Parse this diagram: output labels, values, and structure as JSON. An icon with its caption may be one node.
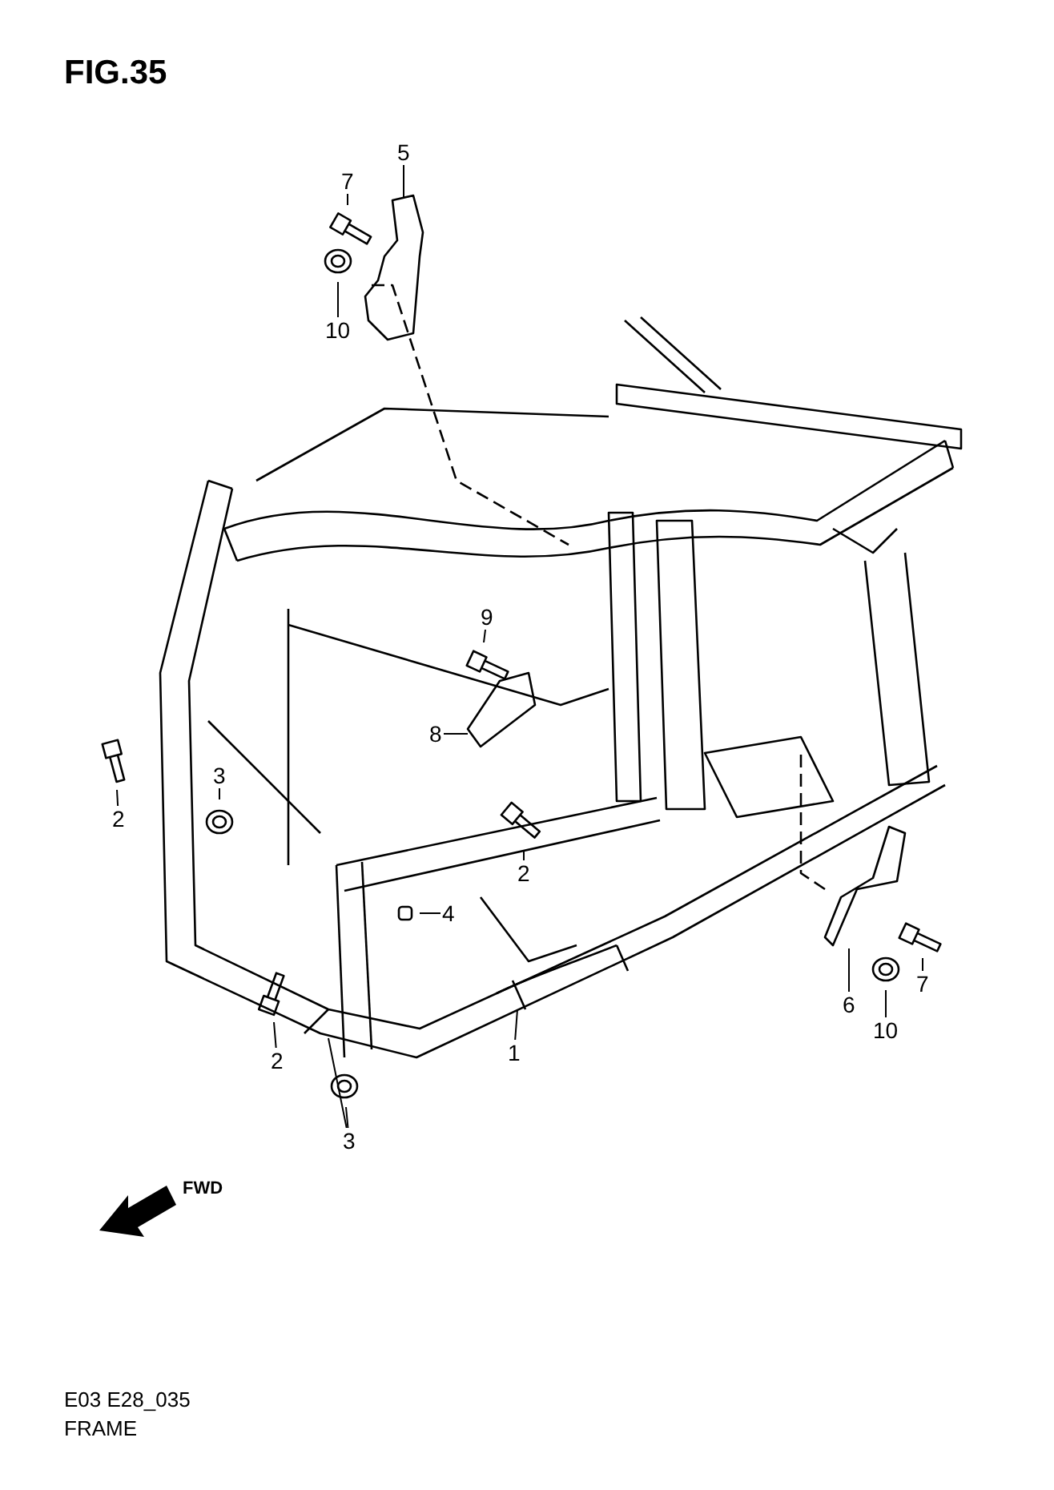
{
  "diagram": {
    "title": "FIG.35",
    "nodes": [
      {
        "text": [
          "5"
        ]
      },
      {
        "text": [
          "7"
        ]
      },
      {
        "text": [
          "10"
        ]
      },
      {
        "text": [
          "9"
        ]
      },
      {
        "text": [
          "8"
        ]
      },
      {
        "text": [
          "3"
        ]
      },
      {
        "text": [
          "2"
        ]
      },
      {
        "text": [
          "2"
        ]
      },
      {
        "text": [
          "4"
        ]
      },
      {
        "text": [
          "7"
        ]
      },
      {
        "text": [
          "6"
        ]
      },
      {
        "text": [
          "10"
        ]
      },
      {
        "text": [
          "1"
        ]
      },
      {
        "text": [
          "2"
        ]
      },
      {
        "text": [
          "3"
        ]
      }
    ],
    "edges": [
      {
        "from": 0,
        "to": null,
        "arrow": "none"
      },
      {
        "from": 1,
        "to": null,
        "arrow": "none"
      },
      {
        "from": 2,
        "to": null,
        "arrow": "none"
      },
      {
        "from": 3,
        "to": null,
        "arrow": "none"
      },
      {
        "from": 4,
        "to": null,
        "arrow": "none"
      },
      {
        "from": 5,
        "to": null,
        "arrow": "none"
      },
      {
        "from": 6,
        "to": null,
        "arrow": "none"
      },
      {
        "from": 7,
        "to": null,
        "arrow": "none"
      },
      {
        "from": 8,
        "to": null,
        "arrow": "none"
      },
      {
        "from": 9,
        "to": null,
        "arrow": "none"
      },
      {
        "from": 10,
        "to": null,
        "arrow": "none"
      },
      {
        "from": 11,
        "to": null,
        "arrow": "none"
      },
      {
        "from": 12,
        "to": null,
        "arrow": "none"
      },
      {
        "from": 13,
        "to": null,
        "arrow": "none"
      },
      {
        "from": 14,
        "to": null,
        "arrow": "none"
      },
      {
        "from": 14,
        "to": null,
        "arrow": "none"
      }
    ],
    "labels": [
      "FWD",
      "E03 E28_035",
      "FRAME"
    ]
  }
}
